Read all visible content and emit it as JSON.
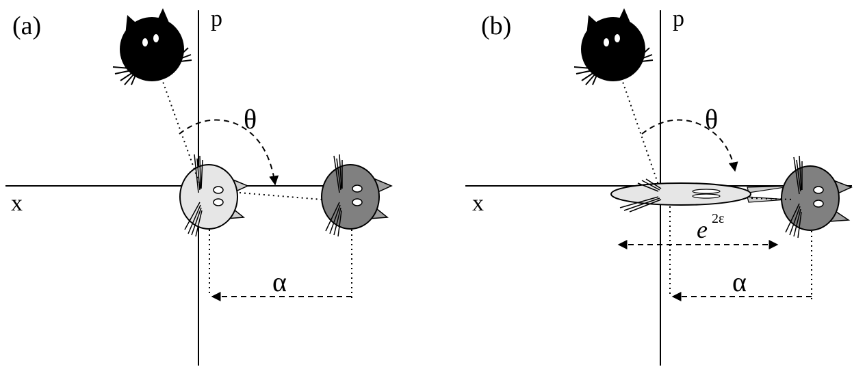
{
  "panels": [
    {
      "label": "(a)",
      "x_axis": "x",
      "p_axis": "p",
      "theta": "θ",
      "alpha": "α"
    },
    {
      "label": "(b)",
      "x_axis": "x",
      "p_axis": "p",
      "theta": "θ",
      "alpha": "α",
      "squeeze": {
        "base": "e",
        "exponent": "2ε"
      }
    }
  ],
  "colors": {
    "black_cat": "#000000",
    "light_cat": "#e6e6e6",
    "gray_cat": "#808080",
    "ink": "#000000"
  },
  "icons": [
    "black-cat-icon",
    "light-cat-icon",
    "squeezed-cat-icon",
    "gray-cat-icon"
  ]
}
